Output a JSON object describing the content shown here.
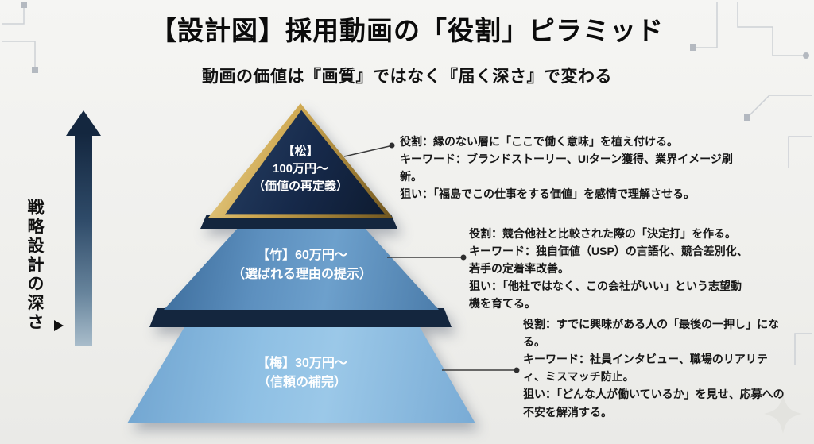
{
  "title": "【設計図】採用動画の「役割」ピラミッド",
  "subtitle": "動画の価値は『画質』ではなく『届く深さ』で変わる",
  "axis": {
    "label": "戦略設計の深さ"
  },
  "colors": {
    "gold": "#cfa952",
    "navy": "#14263e",
    "mid_blue": "#5d90bf",
    "light_blue": "#8fc0e4",
    "background": "#efefec"
  },
  "tiers": [
    {
      "id": "matsu",
      "line1": "【松】",
      "line2": "100万円〜",
      "line3": "（価値の再定義）",
      "annotation": {
        "role": "役割：縁のない層に「ここで働く意味」を植え付ける。",
        "keyword": "キーワード：ブランドストーリー、UIターン獲得、業界イメージ刷新。",
        "aim": "狙い：「福島でこの仕事をする価値」を感情で理解させる。"
      }
    },
    {
      "id": "take",
      "line1": "【竹】60万円〜",
      "line2": "（選ばれる理由の提示）",
      "annotation": {
        "role": "役割：競合他社と比較された際の「決定打」を作る。",
        "keyword": "キーワード：独自価値（USP）の言語化、競合差別化、若手の定着率改善。",
        "aim": "狙い：「他社ではなく、この会社がいい」という志望動機を育てる。"
      }
    },
    {
      "id": "ume",
      "line1": "【梅】30万円〜",
      "line2": "（信頼の補完）",
      "annotation": {
        "role": "役割：すでに興味がある人の「最後の一押し」になる。",
        "keyword": "キーワード：社員インタビュー、職場のリアリティ、ミスマッチ防止。",
        "aim": "狙い：「どんな人が働いているか」を見せ、応募への不安を解消する。"
      }
    }
  ]
}
